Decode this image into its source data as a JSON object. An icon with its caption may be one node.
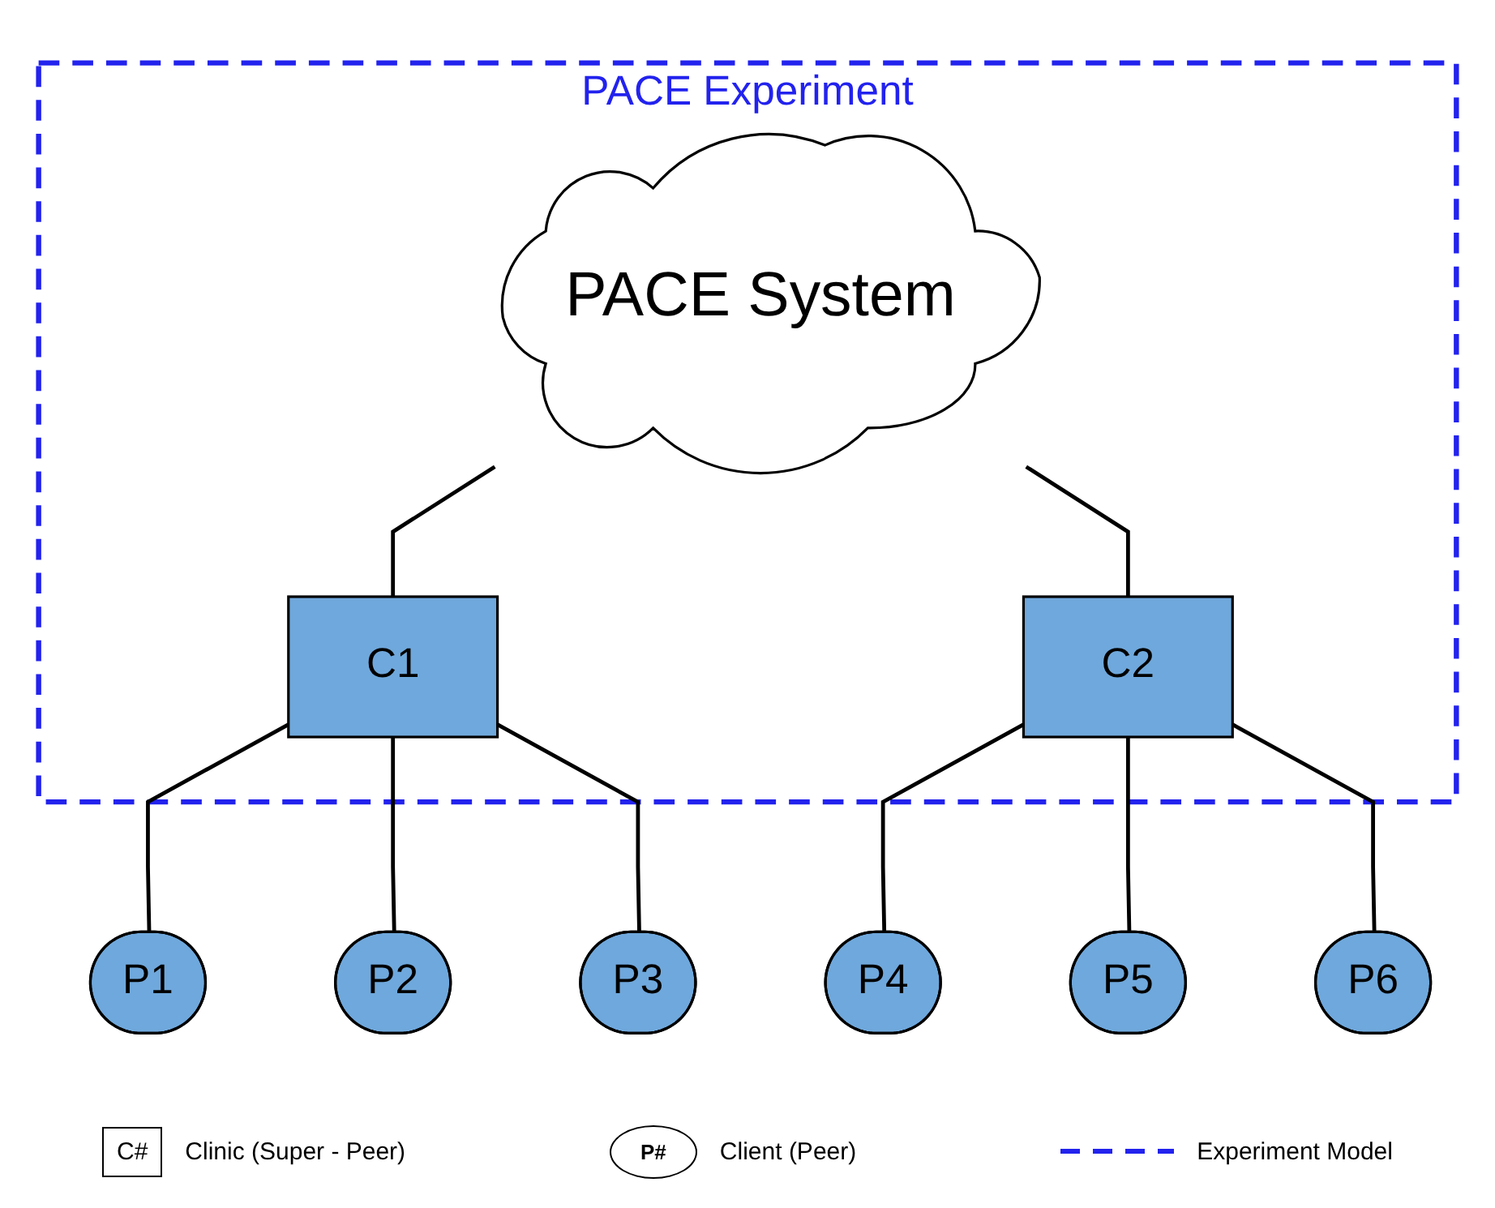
{
  "diagram": {
    "nodes": [
      {
        "text": [
          "PACE Experiment"
        ]
      },
      {
        "text": [
          "PACE System"
        ],
        "in": 0
      },
      {
        "text": [
          "C1"
        ],
        "in": 0
      },
      {
        "text": [
          "C2"
        ],
        "in": 0
      },
      {
        "text": [
          "P1"
        ]
      },
      {
        "text": [
          "P2"
        ]
      },
      {
        "text": [
          "P3"
        ]
      },
      {
        "text": [
          "P4"
        ]
      },
      {
        "text": [
          "P5"
        ]
      },
      {
        "text": [
          "P6"
        ]
      }
    ],
    "edges": [
      {
        "from": 1,
        "to": 2,
        "arrow": "none"
      },
      {
        "from": 1,
        "to": 3,
        "arrow": "none"
      },
      {
        "from": 2,
        "to": 4,
        "arrow": "none"
      },
      {
        "from": 2,
        "to": 5,
        "arrow": "none"
      },
      {
        "from": 2,
        "to": 6,
        "arrow": "none"
      },
      {
        "from": 3,
        "to": 7,
        "arrow": "none"
      },
      {
        "from": 3,
        "to": 8,
        "arrow": "none"
      },
      {
        "from": 3,
        "to": 9,
        "arrow": "none"
      }
    ],
    "labels": [
      "C#",
      "P#"
    ],
    "legend": [
      {
        "text": "Clinic (Super - Peer)"
      },
      {
        "text": "Client (Peer)"
      },
      {
        "text": "Experiment Model"
      }
    ]
  }
}
